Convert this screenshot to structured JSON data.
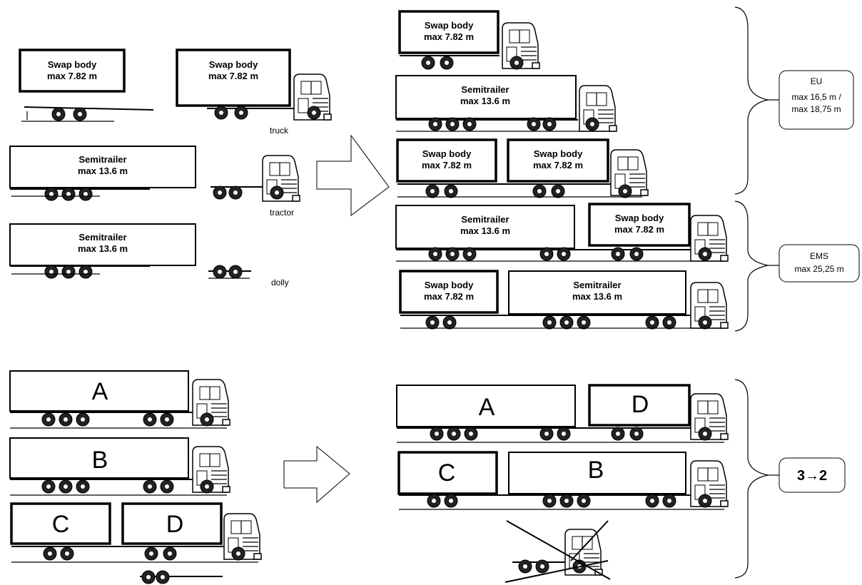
{
  "labels": {
    "swap_body": "Swap body",
    "swap_len": "max 7.82 m",
    "semitrailer": "Semitrailer",
    "semi_len": "max 13.6 m",
    "truck": "truck",
    "tractor": "tractor",
    "dolly": "dolly"
  },
  "legend": {
    "eu_title": "EU",
    "eu_line1": "max 16,5 m /",
    "eu_line2": "max 18,75 m",
    "ems_title": "EMS",
    "ems_line1": "max 25,25 m",
    "ratio": "3→2"
  },
  "letters": {
    "a": "A",
    "b": "B",
    "c": "C",
    "d": "D"
  }
}
